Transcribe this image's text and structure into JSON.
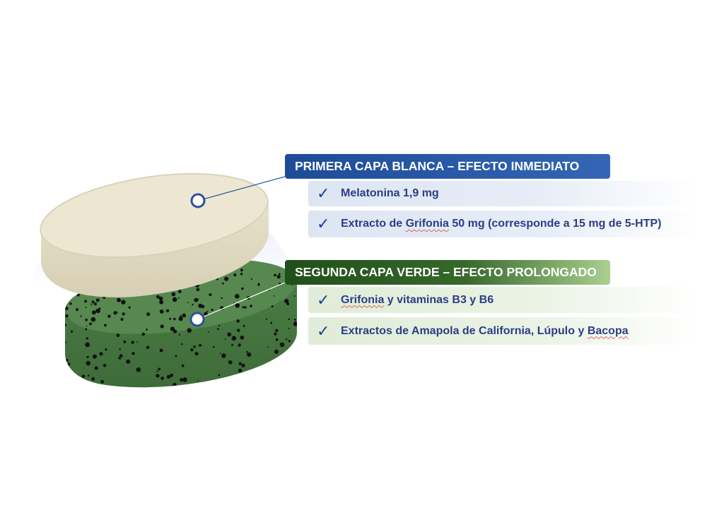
{
  "layers": [
    {
      "title": "PRIMERA CAPA BLANCA – EFECTO INMEDIATO",
      "color": "#1d4b98",
      "items": [
        {
          "parts": [
            "Melatonina 1,9 mg"
          ]
        },
        {
          "parts": [
            "Extracto de ",
            "Grifonia",
            " 50 mg (corresponde a 15 mg de 5-HTP)"
          ]
        }
      ]
    },
    {
      "title": "SEGUNDA CAPA VERDE – EFECTO PROLONGADO",
      "color": "#214f1b",
      "items": [
        {
          "parts": [
            "",
            "Grifonia",
            " y vitaminas B3 y B6"
          ]
        },
        {
          "parts": [
            "Extractos de Amapola de California, Lúpulo y ",
            "Bacopa",
            ""
          ]
        }
      ]
    }
  ],
  "icons": {
    "check": "checkmark-icon",
    "marker": "circle-marker-icon"
  }
}
